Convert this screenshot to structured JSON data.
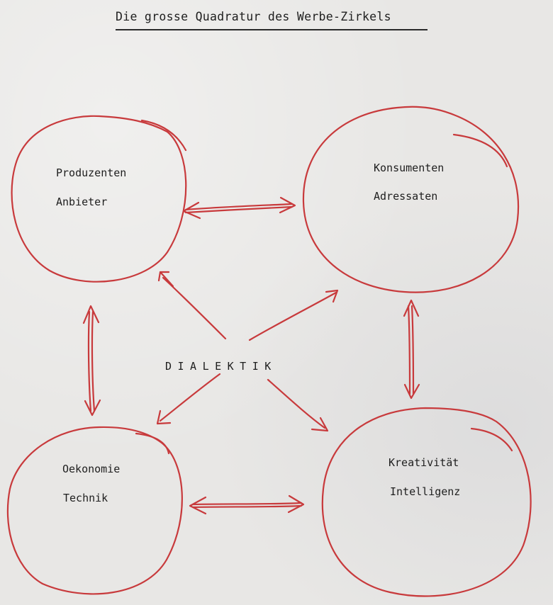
{
  "title": "Die grosse Quadratur des Werbe-Zirkels",
  "center": "DIALEKTIK",
  "nodes": [
    {
      "id": "produzenten",
      "line1": "Produzenten",
      "line2": "Anbieter"
    },
    {
      "id": "konsumenten",
      "line1": "Konsumenten",
      "line2": "Adressaten"
    },
    {
      "id": "oekonomie",
      "line1": "Oekonomie",
      "line2": "Technik"
    },
    {
      "id": "kreativitaet",
      "line1": "Kreativität",
      "line2": "Intelligenz"
    }
  ],
  "edges": [
    {
      "from": "produzenten",
      "to": "konsumenten",
      "type": "bidirectional"
    },
    {
      "from": "produzenten",
      "to": "oekonomie",
      "type": "bidirectional"
    },
    {
      "from": "konsumenten",
      "to": "kreativitaet",
      "type": "bidirectional"
    },
    {
      "from": "oekonomie",
      "to": "kreativitaet",
      "type": "bidirectional"
    },
    {
      "from": "DIALEKTIK",
      "to": "produzenten",
      "type": "directed"
    },
    {
      "from": "DIALEKTIK",
      "to": "konsumenten",
      "type": "directed"
    },
    {
      "from": "DIALEKTIK",
      "to": "oekonomie",
      "type": "directed"
    },
    {
      "from": "DIALEKTIK",
      "to": "kreativitaet",
      "type": "directed"
    }
  ],
  "colors": {
    "ink": "#c83a3c",
    "text": "#1e1e1e",
    "paper": "#e8e7e5"
  }
}
